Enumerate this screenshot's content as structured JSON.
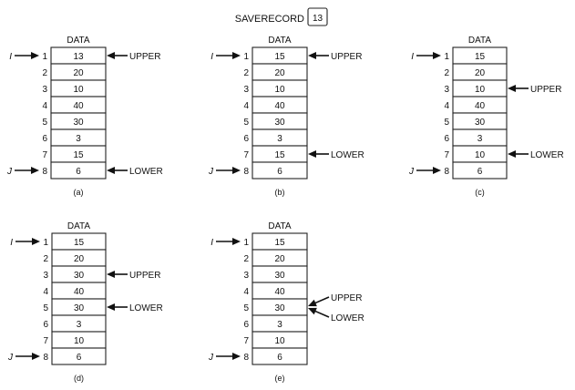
{
  "save_record": {
    "label": "SAVERECORD",
    "value": "13"
  },
  "panels": [
    {
      "caption": "(a)",
      "header": "DATA",
      "values": [
        "13",
        "20",
        "10",
        "40",
        "30",
        "3",
        "15",
        "6"
      ],
      "indices": [
        "1",
        "2",
        "3",
        "4",
        "5",
        "6",
        "7",
        "8"
      ],
      "left_pointers": [
        {
          "label": "I",
          "row": 1
        },
        {
          "label": "J",
          "row": 8
        }
      ],
      "right_pointers": [
        {
          "label": "UPPER",
          "row": 1
        },
        {
          "label": "LOWER",
          "row": 8
        }
      ]
    },
    {
      "caption": "(b)",
      "header": "DATA",
      "values": [
        "15",
        "20",
        "10",
        "40",
        "30",
        "3",
        "15",
        "6"
      ],
      "indices": [
        "1",
        "2",
        "3",
        "4",
        "5",
        "6",
        "7",
        "8"
      ],
      "left_pointers": [
        {
          "label": "I",
          "row": 1
        },
        {
          "label": "J",
          "row": 8
        }
      ],
      "right_pointers": [
        {
          "label": "UPPER",
          "row": 1
        },
        {
          "label": "LOWER",
          "row": 7
        }
      ]
    },
    {
      "caption": "(c)",
      "header": "DATA",
      "values": [
        "15",
        "20",
        "10",
        "40",
        "30",
        "3",
        "10",
        "6"
      ],
      "indices": [
        "1",
        "2",
        "3",
        "4",
        "5",
        "6",
        "7",
        "8"
      ],
      "left_pointers": [
        {
          "label": "I",
          "row": 1
        },
        {
          "label": "J",
          "row": 8
        }
      ],
      "right_pointers": [
        {
          "label": "UPPER",
          "row": 3
        },
        {
          "label": "LOWER",
          "row": 7
        }
      ]
    },
    {
      "caption": "(d)",
      "header": "DATA",
      "values": [
        "15",
        "20",
        "30",
        "40",
        "30",
        "3",
        "10",
        "6"
      ],
      "indices": [
        "1",
        "2",
        "3",
        "4",
        "5",
        "6",
        "7",
        "8"
      ],
      "left_pointers": [
        {
          "label": "I",
          "row": 1
        },
        {
          "label": "J",
          "row": 8
        }
      ],
      "right_pointers": [
        {
          "label": "UPPER",
          "row": 3
        },
        {
          "label": "LOWER",
          "row": 5
        }
      ]
    },
    {
      "caption": "(e)",
      "header": "DATA",
      "values": [
        "15",
        "20",
        "30",
        "40",
        "30",
        "3",
        "10",
        "6"
      ],
      "indices": [
        "1",
        "2",
        "3",
        "4",
        "5",
        "6",
        "7",
        "8"
      ],
      "left_pointers": [
        {
          "label": "I",
          "row": 1
        },
        {
          "label": "J",
          "row": 8
        }
      ],
      "right_pointers": [
        {
          "label": "UPPER",
          "row": 5,
          "split": "up"
        },
        {
          "label": "LOWER",
          "row": 5,
          "split": "down"
        }
      ]
    }
  ]
}
